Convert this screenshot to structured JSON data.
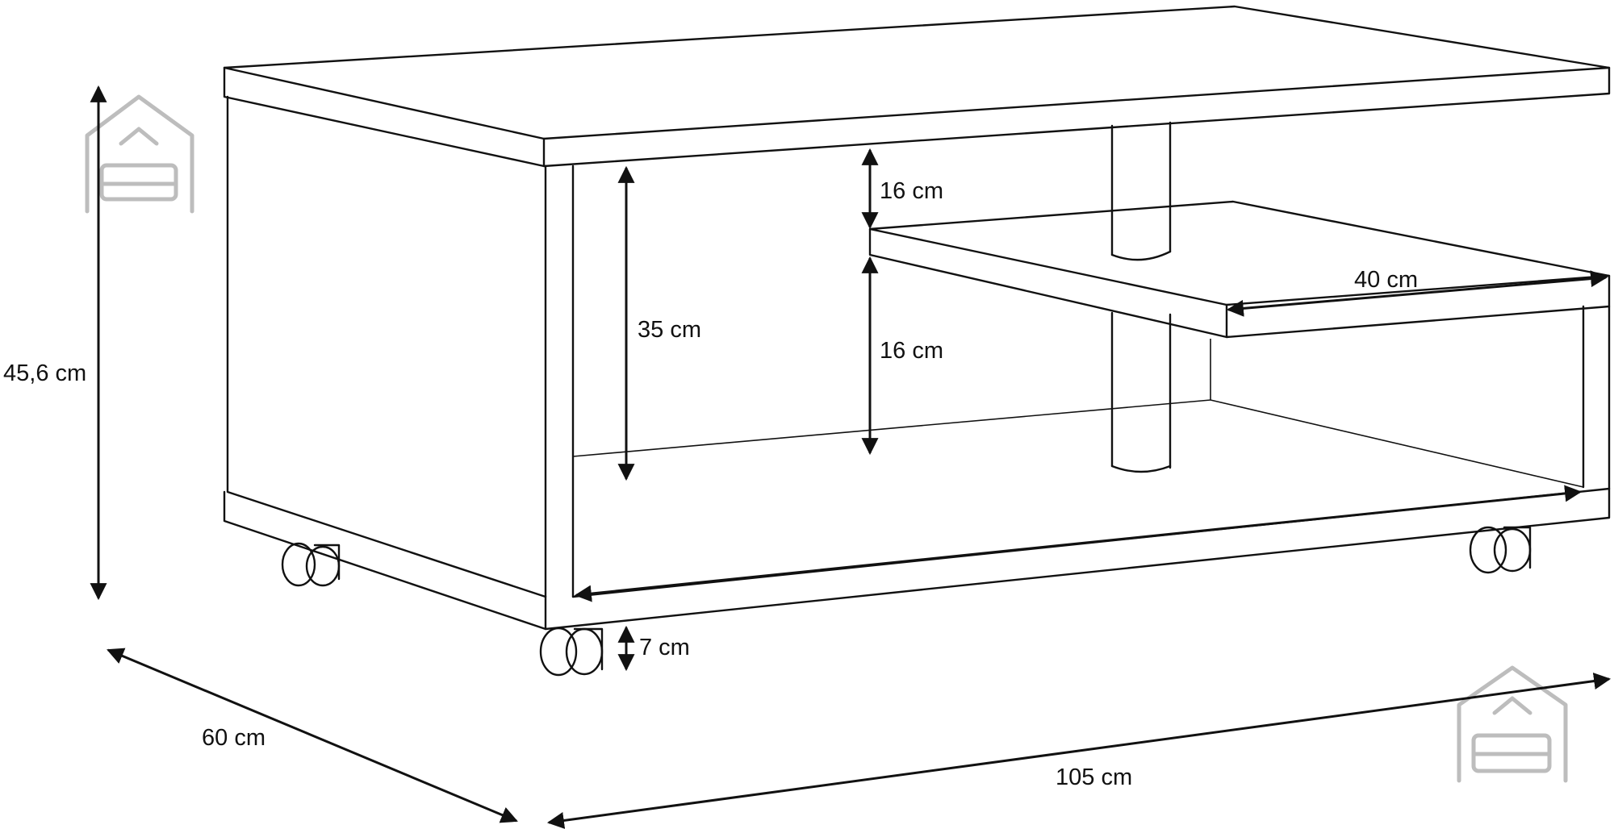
{
  "dimensions": {
    "height_total": "45,6 cm",
    "inner_height": "35 cm",
    "upper_gap": "16 cm",
    "lower_gap": "16 cm",
    "shelf_width": "40 cm",
    "wheel_height": "7 cm",
    "depth": "60 cm",
    "width": "105 cm"
  },
  "colors": {
    "line": "#111111",
    "logo": "#bdbdbd",
    "background": "#ffffff"
  },
  "icons": [
    "house-sofa-logo-icon",
    "house-sofa-logo-icon"
  ]
}
